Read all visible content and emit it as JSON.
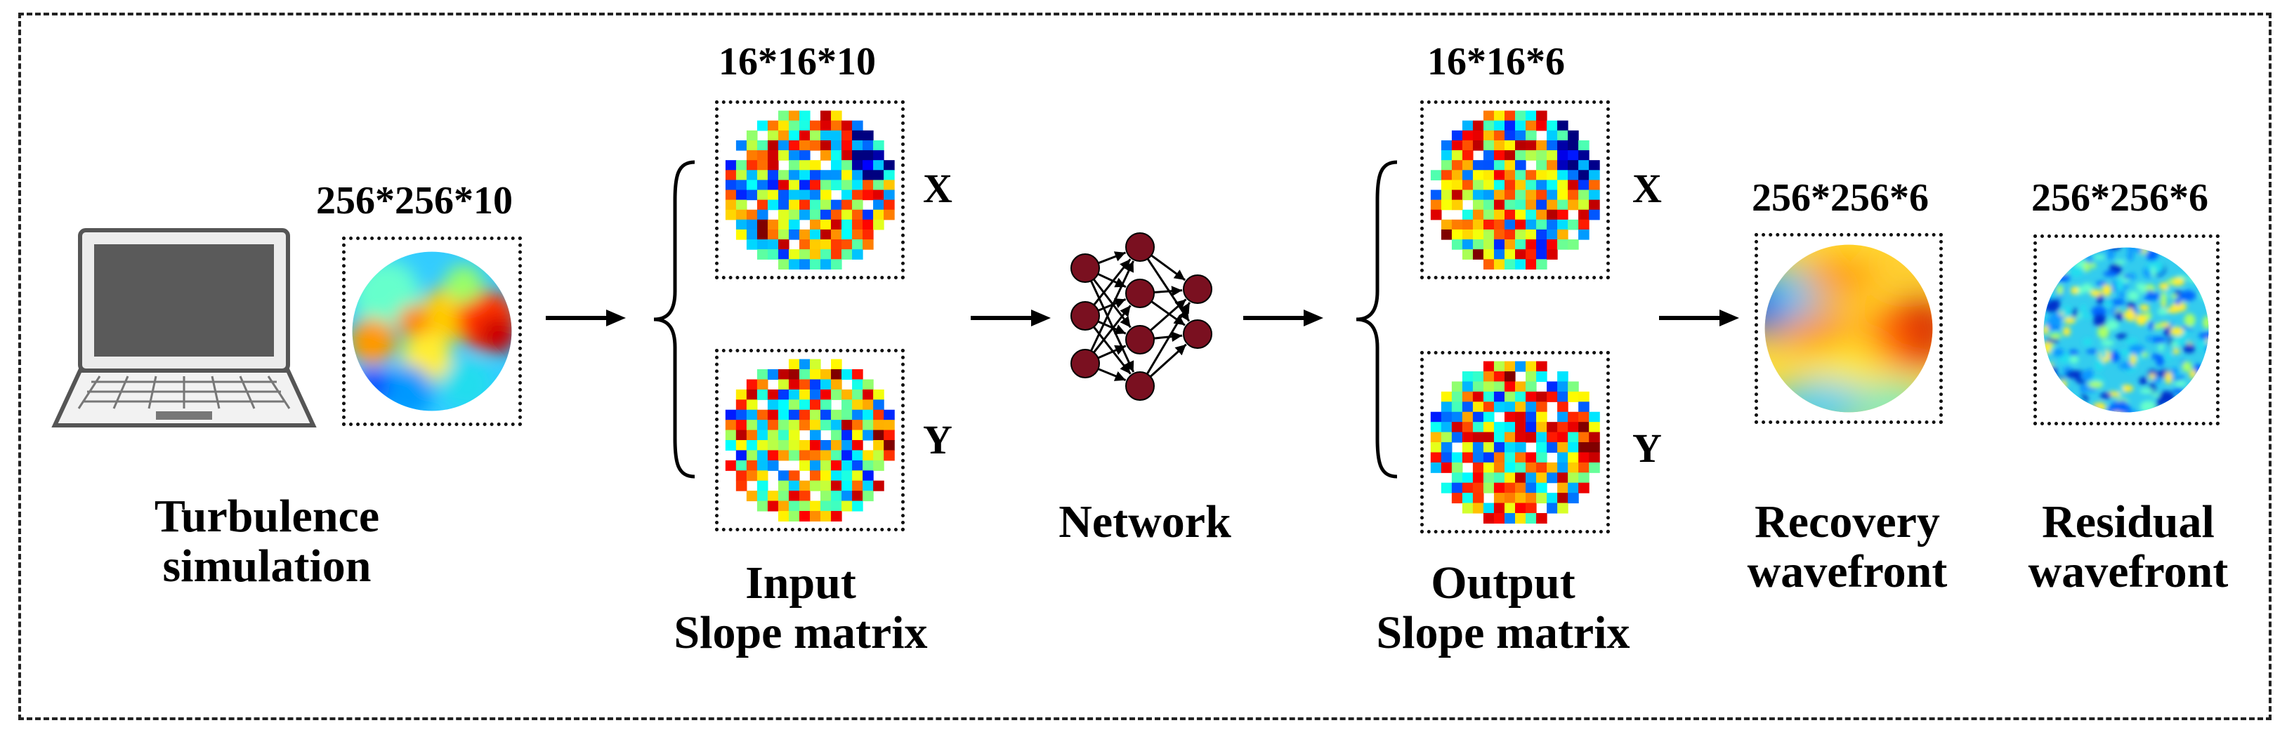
{
  "stages": {
    "simulation": {
      "caption_line1": "Turbulence",
      "caption_line2": "simulation",
      "size": "256*256*10",
      "icon": "laptop-icon"
    },
    "input": {
      "caption_line1": "Input",
      "caption_line2": "Slope matrix",
      "size": "16*16*10",
      "x_label": "X",
      "y_label": "Y"
    },
    "network": {
      "caption": "Network",
      "icon": "neural-network-icon"
    },
    "output": {
      "caption_line1": "Output",
      "caption_line2": "Slope matrix",
      "size": "16*16*6",
      "x_label": "X",
      "y_label": "Y"
    },
    "recovery": {
      "caption_line1": "Recovery",
      "caption_line2": "wavefront",
      "size": "256*256*6"
    },
    "residual": {
      "caption_line1": "Residual",
      "caption_line2": "wavefront",
      "size": "256*256*6"
    }
  },
  "colors": {
    "node": "#7a1020",
    "colormap": "jet",
    "frame": "#222222"
  }
}
